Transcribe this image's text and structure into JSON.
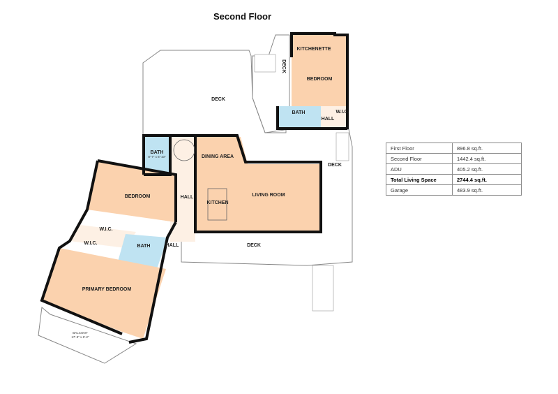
{
  "title": "Second Floor",
  "rooms": {
    "deck_top": "DECK",
    "deck_adu": "DECK",
    "deck_right": "DECK",
    "deck_bottom": "DECK",
    "kitchenette": "KITCHENETTE",
    "adu_bedroom": "BEDROOM",
    "adu_bath": "BATH",
    "adu_hall": "HALL",
    "adu_wic": "W.I.C.",
    "bath_upper": "BATH",
    "bath_upper_dims": "8'-7\" x 6'-10\"",
    "dining": "DINING AREA",
    "kitchen": "KITCHEN",
    "living": "LIVING ROOM",
    "hall1": "HALL",
    "hall2": "HALL",
    "bedroom": "BEDROOM",
    "wic1": "W.I.C.",
    "wic2": "W.I.C.",
    "bath_lower": "BATH",
    "primary": "PRIMARY BEDROOM",
    "balcony": "BALCONY",
    "balcony_dims": "17'-3\" x 6'-2\""
  },
  "areas": [
    {
      "label": "First Floor",
      "value": "896.8 sq.ft."
    },
    {
      "label": "Second Floor",
      "value": "1442.4 sq.ft."
    },
    {
      "label": "ADU",
      "value": "405.2 sq.ft."
    },
    {
      "label": "Total Living Space",
      "value": "2744.4 sq.ft."
    },
    {
      "label": "Garage",
      "value": "483.9 sq.ft."
    }
  ],
  "colors": {
    "room": "#fbd2ae",
    "bath": "#bfe3f2",
    "hall": "#fdf0e4",
    "wall": "#111111"
  }
}
